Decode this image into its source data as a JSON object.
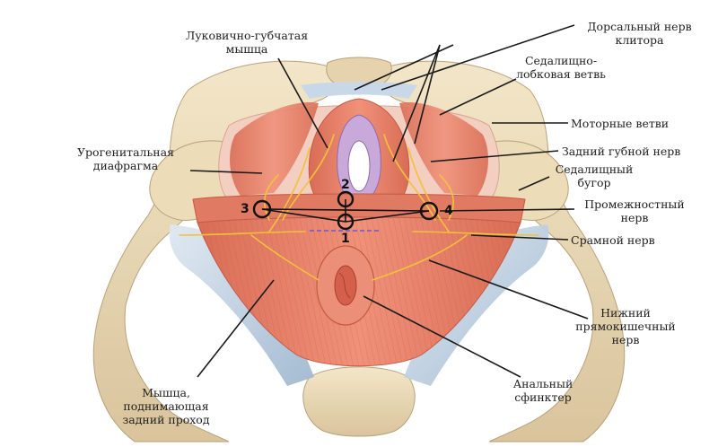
{
  "labels": {
    "bulbospongiosus": [
      "Луковично-губчатая",
      "мышца"
    ],
    "urogenital_diaphragm": [
      "Урогенитальная",
      "диафрагма"
    ],
    "levator_ani": [
      "Мышца,",
      "поднимающая",
      "задний проход"
    ],
    "dorsal_nerve": [
      "Дорсальный нерв",
      "клитора"
    ],
    "ischiopubic_ramus": [
      "Седалищно-",
      "лобковая ветвь"
    ],
    "motor_branches": [
      "Моторные ветви"
    ],
    "posterior_labial_nerve": [
      "Задний губной нерв"
    ],
    "ischial_tuberosity": [
      "Седалищный",
      "бугор"
    ],
    "perineal_nerve": [
      "Промежностный",
      "нерв"
    ],
    "pudendal_nerve": [
      "Срамной нерв"
    ],
    "inferior_rectal_nerve": [
      "Нижний",
      "прямокишечный",
      "нерв"
    ],
    "anal_sphincter": [
      "Анальный",
      "сфинктер"
    ]
  },
  "markers": [
    "1",
    "2",
    "3",
    "4"
  ],
  "colors": {
    "bone": "#ecdcb8",
    "bone_shadow": "#c9b48a",
    "muscle": "#e8836a",
    "muscle_dark": "#c9604a",
    "ligament": "#b8cde0",
    "nerve": "#f2c23a",
    "leader": "#1a1a1a"
  }
}
